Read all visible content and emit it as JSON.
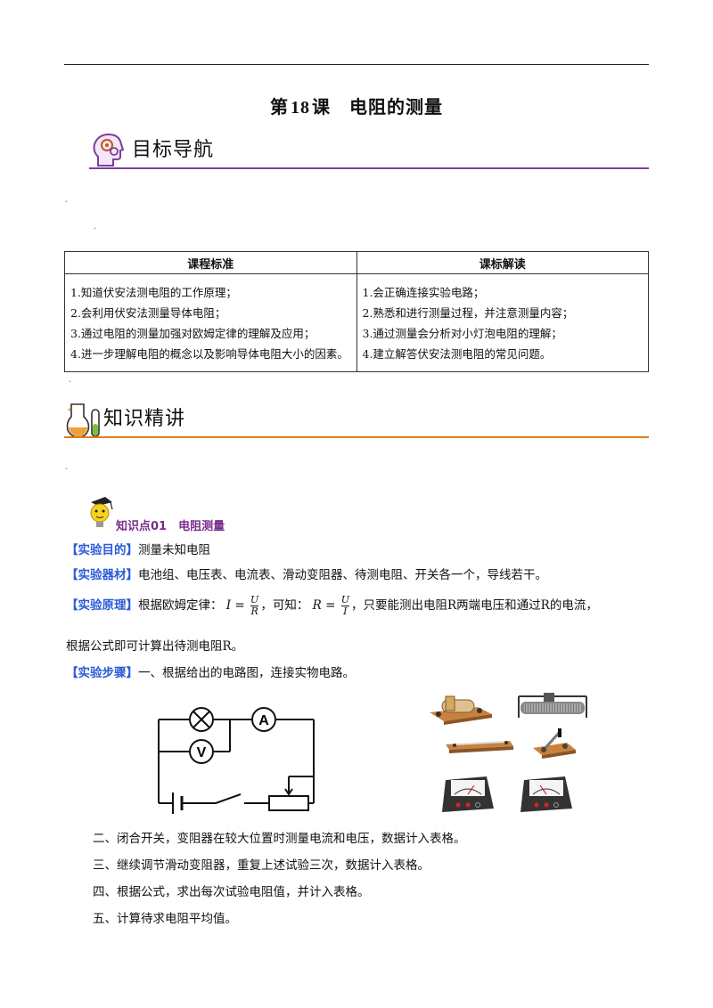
{
  "lesson_title": {
    "prefix": "第",
    "num": "18",
    "suffix": "课",
    "topic": "电阻的测量"
  },
  "sections": {
    "goals": "目标导航",
    "knowledge": "知识精讲"
  },
  "table": {
    "headers": [
      "课程标准",
      "课标解读"
    ],
    "left": [
      "1.知道伏安法测电阻的工作原理；",
      "2.会利用伏安法测量导体电阻；",
      "3.通过电阻的测量加强对欧姆定律的理解及应用；",
      "4.进一步理解电阻的概念以及影响导体电阻大小的因素。"
    ],
    "right": [
      "1.会正确连接实验电路；",
      "2.熟悉和进行测量过程，并注意测量内容；",
      "3.通过测量会分析对小灯泡电阻的理解；",
      "4.建立解答伏安法测电阻的常见问题。"
    ]
  },
  "knowledge_point": "知识点01　电阻测量",
  "experiment": {
    "purpose_tag": "【实验目的】",
    "purpose": "测量未知电阻",
    "equipment_tag": "【实验器材】",
    "equipment": "电池组、电压表、电流表、滑动变阻器、待测电阻、开关各一个，导线若干。",
    "principle_tag": "【实验原理】",
    "principle_a": "根据欧姆定律：",
    "principle_b": "，可知：",
    "principle_c": "，只要能测出电阻R两端电压和通过R的电流，",
    "principle_d": "根据公式即可计算出待测电阻R。",
    "steps_tag": "【实验步骤】",
    "step1": "一、根据给出的电路图，连接实物电路。",
    "step2": "二、闭合开关，变阻器在较大位置时测量电流和电压，数据计入表格。",
    "step3": "三、继续调节滑动变阻器，重复上述试验三次，数据计入表格。",
    "step4": "四、根据公式，求出每次试验电阻值，并计入表格。",
    "step5": "五、计算待求电阻平均值。"
  },
  "formula": {
    "I": "I",
    "U": "U",
    "R": "R",
    "eq": " = "
  },
  "circuit": {
    "ammeter": "A",
    "voltmeter": "V"
  },
  "colors": {
    "goal_rule": "#7b3f99",
    "knowledge_rule": "#e07b1a",
    "tag": "#2a5bd7",
    "kp": "#7a2c8c"
  }
}
